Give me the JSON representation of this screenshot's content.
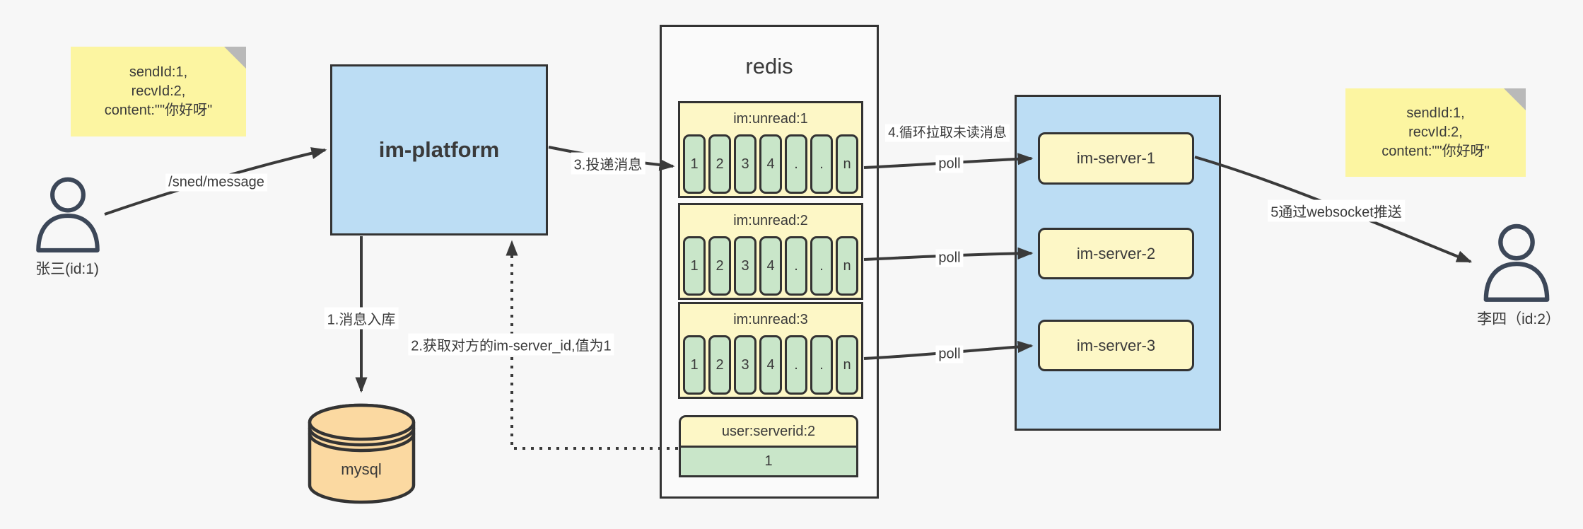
{
  "notes": {
    "left": {
      "lines": [
        "sendId:1,",
        "recvId:2,",
        "content:\"\"你好呀\""
      ]
    },
    "right": {
      "lines": [
        "sendId:1,",
        "recvId:2,",
        "content:\"\"你好呀\""
      ]
    }
  },
  "actors": {
    "sender": {
      "label": "张三(id:1)"
    },
    "receiver": {
      "label": "李四（id:2）"
    }
  },
  "platform": {
    "label": "im-platform"
  },
  "database": {
    "label": "mysql"
  },
  "redis": {
    "title": "redis",
    "queues": [
      {
        "name": "im:unread:1",
        "cells": [
          "1",
          "2",
          "3",
          "4",
          ".",
          ".",
          "n"
        ]
      },
      {
        "name": "im:unread:2",
        "cells": [
          "1",
          "2",
          "3",
          "4",
          ".",
          ".",
          "n"
        ]
      },
      {
        "name": "im:unread:3",
        "cells": [
          "1",
          "2",
          "3",
          "4",
          ".",
          ".",
          "n"
        ]
      }
    ],
    "mapping": {
      "key": "user:serverid:2",
      "value": "1"
    }
  },
  "servers": [
    {
      "label": "im-server-1"
    },
    {
      "label": "im-server-2"
    },
    {
      "label": "im-server-3"
    }
  ],
  "edges": {
    "send_api": "/sned/message",
    "step1": "1.消息入库",
    "step2": "2.获取对方的im-server_id,值为1",
    "step3": "3.投递消息",
    "step4": "4.循环拉取未读消息",
    "step5": "5通过websocket推送",
    "poll": "poll"
  },
  "colors": {
    "background": "#f7f7f7",
    "note_yellow": "#fcf5a1",
    "pale_yellow": "#fdf7c6",
    "cell_green": "#c9e6c9",
    "container_blue": "#bcddf4",
    "db_orange": "#fbd9a1",
    "stroke_dark": "#333333",
    "arrow": "#3a3a3a"
  }
}
